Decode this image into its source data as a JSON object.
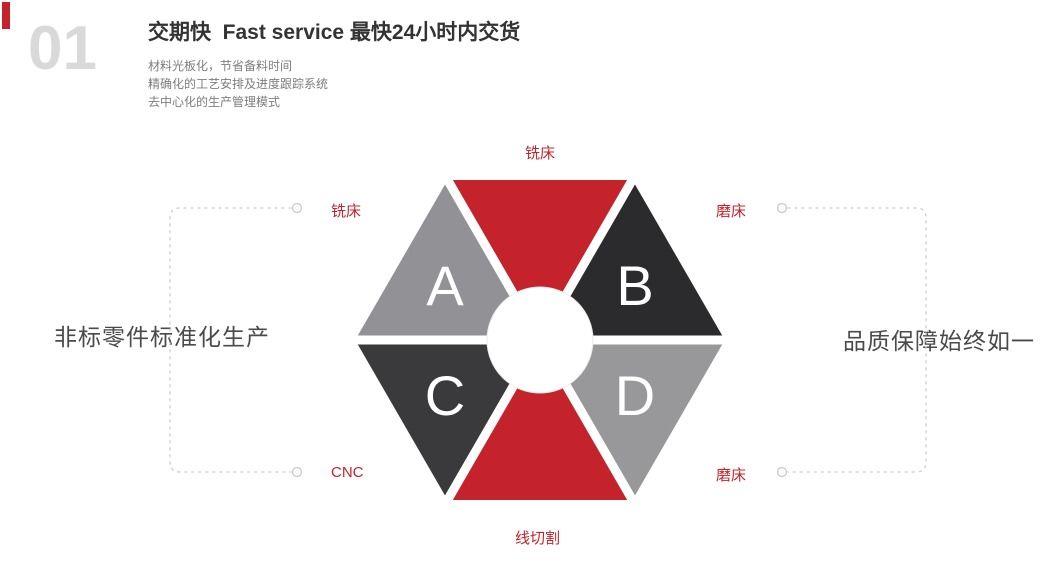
{
  "colors": {
    "accent_red": "#c4232b",
    "dark_segment": "#2b2b2d",
    "gray_segment": "#929296",
    "index_gray": "#d9d9d9",
    "dash_gray": "#cccccc"
  },
  "header": {
    "index": "01",
    "title": "交期快  Fast service 最快24小时内交货",
    "bullets": [
      "材料光板化，节省备料时间",
      "精确化的工艺安排及进度跟踪系统",
      "去中心化的生产管理模式"
    ]
  },
  "captions": {
    "left": "非标零件标准化生产",
    "right": "品质保障始终如一"
  },
  "diagram": {
    "labels": {
      "top": "铣床",
      "left_top": "铣床",
      "right_top": "磨床",
      "left_bottom": "CNC",
      "right_bottom": "磨床",
      "bottom": "线切割"
    },
    "segments": [
      {
        "position": "top",
        "letter": "",
        "color": "#c4232b"
      },
      {
        "position": "upper-left",
        "letter": "A",
        "color": "#929296"
      },
      {
        "position": "upper-right",
        "letter": "B",
        "color": "#2b2b2d"
      },
      {
        "position": "lower-left",
        "letter": "C",
        "color": "#3a3a3c"
      },
      {
        "position": "lower-right",
        "letter": "D",
        "color": "#98989b"
      },
      {
        "position": "bottom",
        "letter": "",
        "color": "#c4232b"
      }
    ]
  }
}
